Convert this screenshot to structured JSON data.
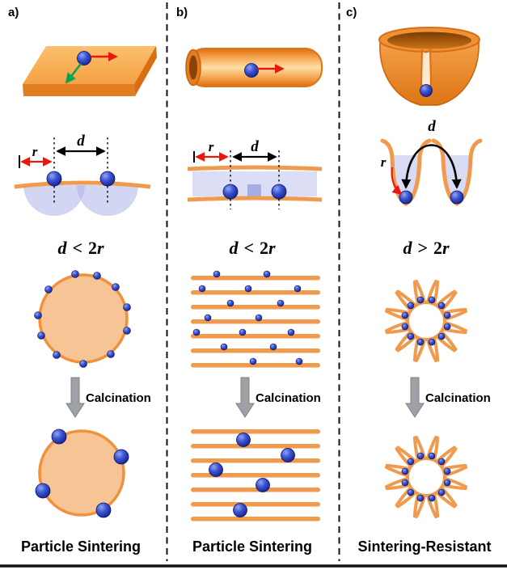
{
  "panels": [
    {
      "label": "a)",
      "cross_section": {
        "r_label": "r",
        "d_label": "d"
      },
      "inequality": {
        "lhs": "d",
        "op": "<",
        "coef": "2",
        "rhs": "r"
      },
      "calcination_label": "Calcination",
      "caption": "Particle Sintering"
    },
    {
      "label": "b)",
      "cross_section": {
        "r_label": "r",
        "d_label": "d"
      },
      "inequality": {
        "lhs": "d",
        "op": "<",
        "coef": "2",
        "rhs": "r"
      },
      "calcination_label": "Calcination",
      "caption": "Particle Sintering"
    },
    {
      "label": "c)",
      "cross_section": {
        "r_label": "r",
        "d_label": "d"
      },
      "inequality": {
        "lhs": "d",
        "op": ">",
        "coef": "2",
        "rhs": "r"
      },
      "calcination_label": "Calcination",
      "caption": "Sintering-Resistant"
    }
  ],
  "colors": {
    "support_orange": "#F09A4E",
    "support_fill_peach": "#F7C495",
    "slab_orange": "#F5A143",
    "particle_blue": "#1B2DA8",
    "overlap_lavender": "#BDC3EC",
    "arrow_red": "#E8190C",
    "arrow_green": "#00A650",
    "calcination_gray": "#9EA2A6",
    "divider_black": "#111111"
  },
  "icons": {
    "calcination_arrow": "down-block-arrow",
    "distance_arrow": "double-headed-arrow",
    "radius_arrow": "double-headed-arrow",
    "motion_arrow_x": "right-arrow",
    "motion_arrow_y": "diagonal-arrow"
  }
}
